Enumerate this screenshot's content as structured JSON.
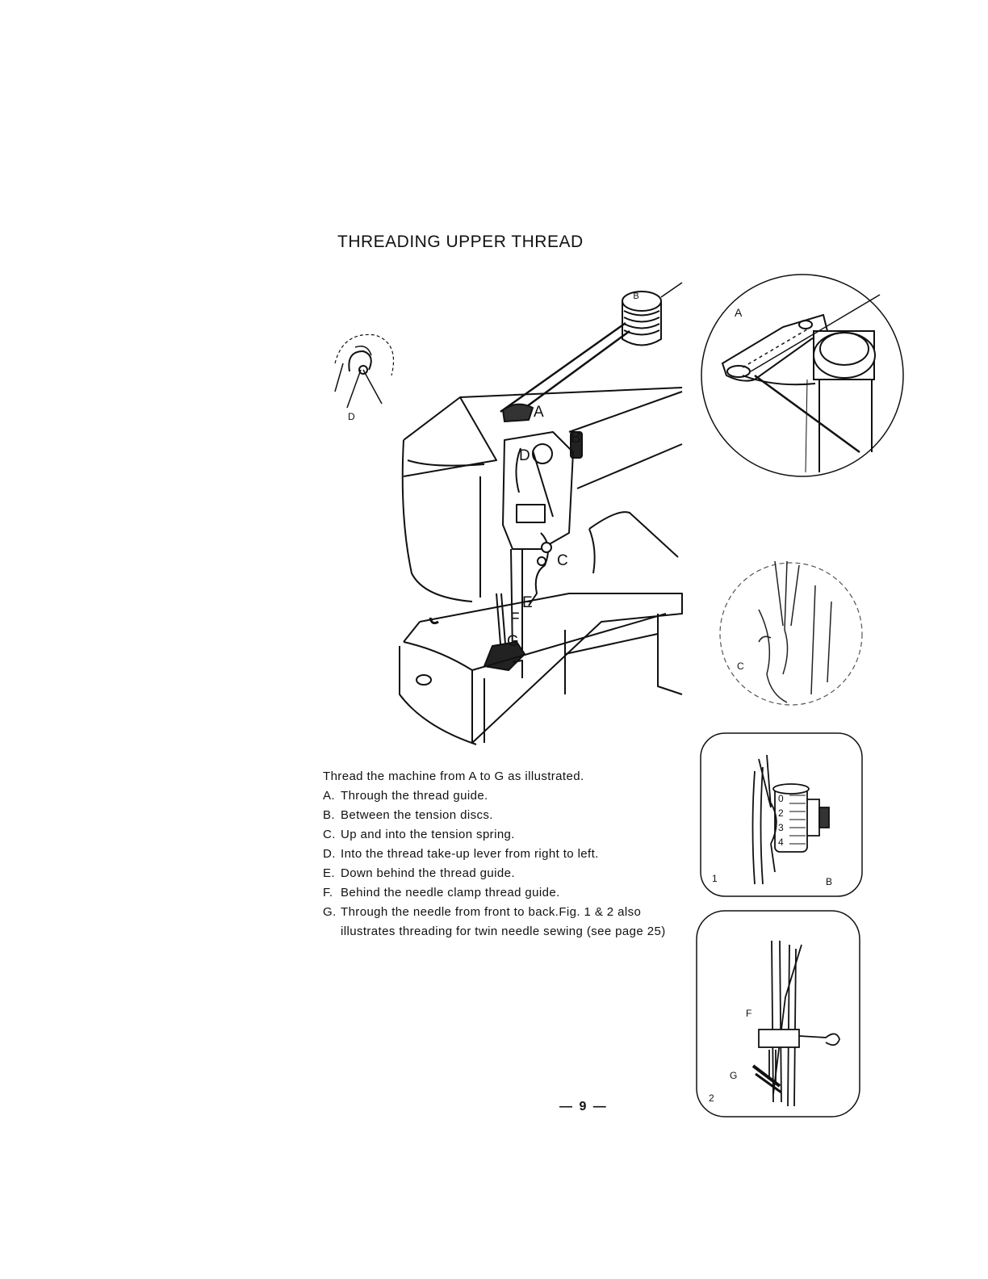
{
  "page": {
    "title": "THREADING UPPER THREAD",
    "page_number": "— 9 —"
  },
  "instructions": {
    "intro": "Thread the machine from A to G as illustrated.",
    "steps": [
      {
        "letter": "A.",
        "text": "Through the thread guide."
      },
      {
        "letter": "B.",
        "text": "Between the tension discs."
      },
      {
        "letter": "C.",
        "text": "Up and into the tension spring."
      },
      {
        "letter": "D.",
        "text": "Into the thread take-up lever from right to left."
      },
      {
        "letter": "E.",
        "text": "Down behind the thread guide."
      },
      {
        "letter": "F.",
        "text": "Behind the needle clamp thread guide."
      },
      {
        "letter": "G.",
        "text": "Through the needle from front to back.Fig. 1 & 2 also illustrates threading for twin needle sewing (see page 25)"
      }
    ]
  },
  "illustrations": {
    "main": {
      "labels": {
        "spool": "B",
        "a": "A",
        "b": "B",
        "c": "C",
        "d": "D",
        "e": "E",
        "f": "F",
        "g": "G",
        "inset_d": "D"
      }
    },
    "detail_a": {
      "label": "A"
    },
    "detail_c": {
      "label": "C"
    },
    "fig1": {
      "number": "1",
      "label": "B",
      "dial": [
        "0",
        "2",
        "3",
        "4"
      ]
    },
    "fig2": {
      "number": "2",
      "label_f": "F",
      "label_g": "G"
    }
  }
}
